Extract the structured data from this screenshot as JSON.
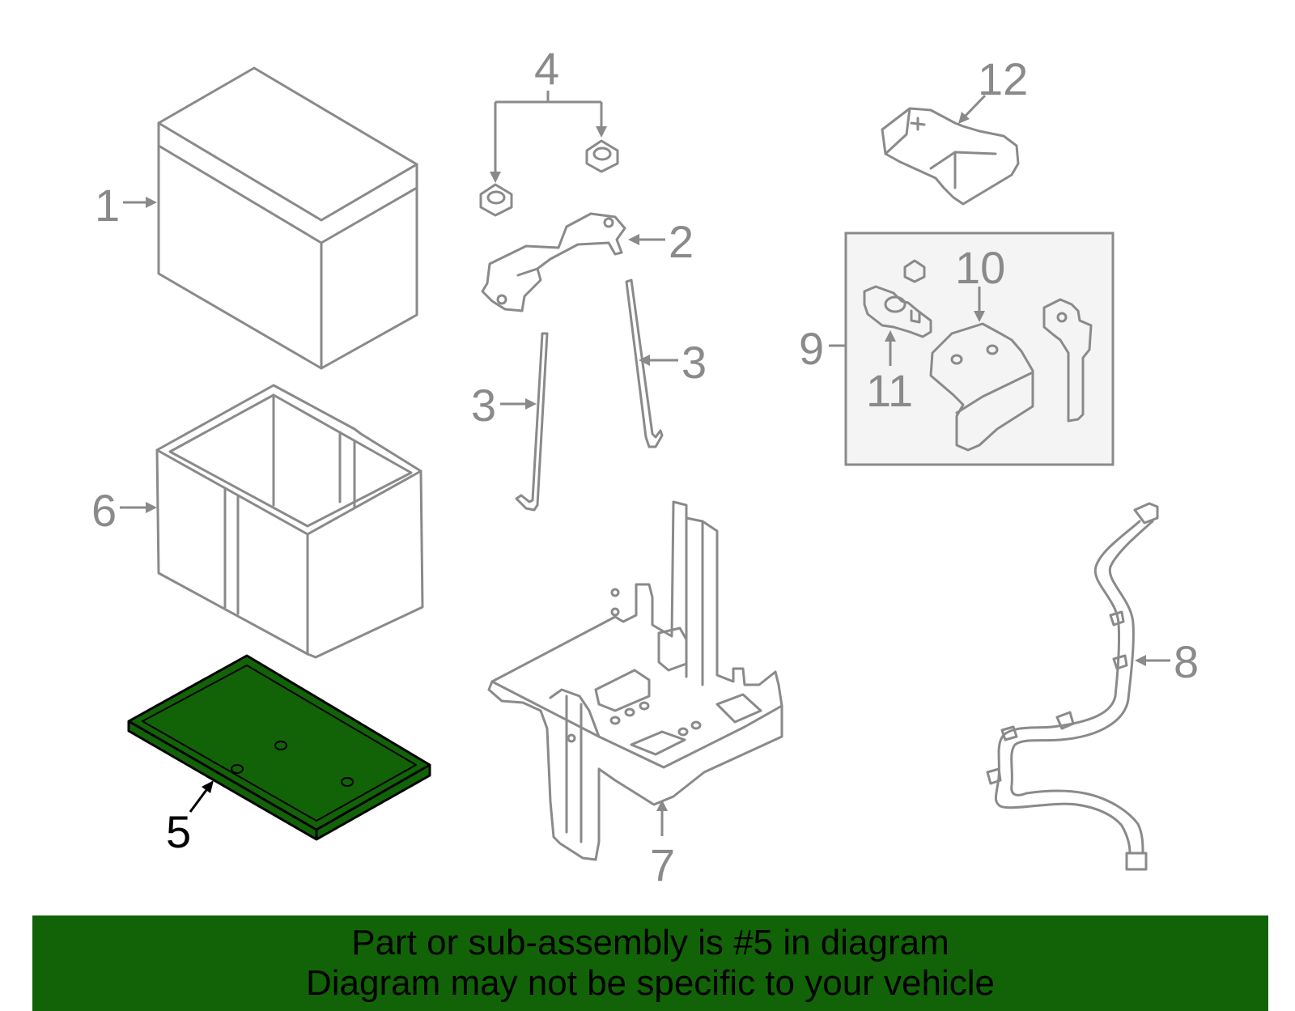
{
  "callouts": {
    "c1": "1",
    "c2": "2",
    "c3a": "3",
    "c3b": "3",
    "c4": "4",
    "c5": "5",
    "c6": "6",
    "c7": "7",
    "c8": "8",
    "c9": "9",
    "c10": "10",
    "c11": "11",
    "c12": "12"
  },
  "highlight": {
    "part_number": "5",
    "fill_color": "#126307"
  },
  "banner": {
    "line1": "Part or sub-assembly is #5 in diagram",
    "line2": "Diagram may not be specific to your vehicle",
    "background_color": "#126307"
  }
}
